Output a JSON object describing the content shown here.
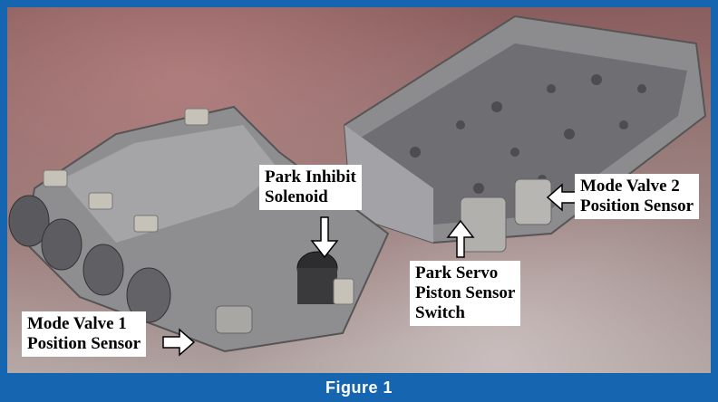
{
  "figure": {
    "caption": "Figure 1"
  },
  "labels": {
    "park_inhibit": [
      "Park Inhibit",
      "Solenoid"
    ],
    "mode_valve_2": [
      "Mode Valve 2",
      "Position Sensor"
    ],
    "park_servo": [
      "Park Servo",
      "Piston Sensor",
      "Switch"
    ],
    "mode_valve_1": [
      "Mode Valve 1",
      "Position Sensor"
    ]
  },
  "colors": {
    "frame": "#1565b0",
    "label_bg": "#ffffff",
    "label_text": "#000000",
    "caption_text": "#ffffff"
  }
}
